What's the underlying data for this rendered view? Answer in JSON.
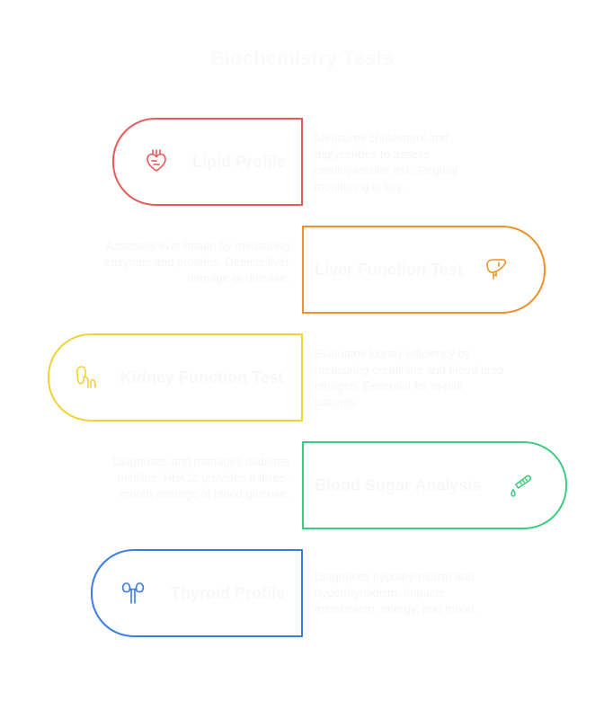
{
  "title": "Biochemistry Tests",
  "tests": [
    {
      "label": "Lipid Profile",
      "description": "Measures cholesterol and triglycerides to assess cardiovascular risk. Regular monitoring is key.",
      "icon": "heart-icon",
      "color": "#e85a5a"
    },
    {
      "label": "Liver Function Test",
      "description": "Assesses liver health by measuring enzymes and proteins. Detects liver damage or disease.",
      "icon": "liver-icon",
      "color": "#f0912e"
    },
    {
      "label": "Kidney Function Test",
      "description": "Evaluates kidney efficiency by measuring creatinine and blood urea nitrogen. Essential for at-risk patients.",
      "icon": "kidney-icon",
      "color": "#f2d234"
    },
    {
      "label": "Blood Sugar Analysis",
      "description": "Diagnoses and manages diabetes mellitus. HbA1c provides a three-month average of blood glucose.",
      "icon": "test-tube-drop-icon",
      "color": "#3fcc80"
    },
    {
      "label": "Thyroid Profile",
      "description": "Diagnoses hypothyroidism and hyperthyroidism. Impacts metabolism, energy, and mood.",
      "icon": "thyroid-icon",
      "color": "#3b7de0"
    }
  ]
}
